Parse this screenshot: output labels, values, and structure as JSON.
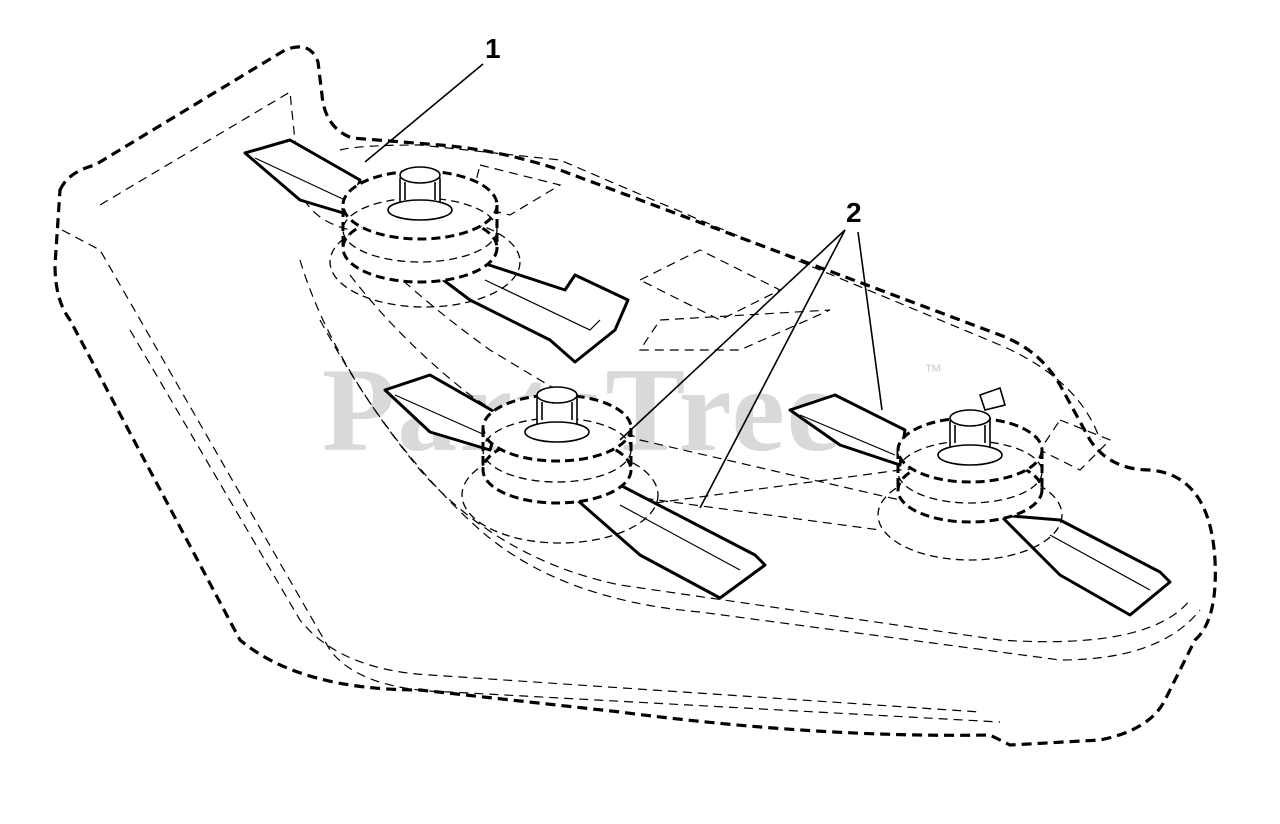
{
  "diagram": {
    "watermark": "PartsTree",
    "watermark_mark": "™",
    "callouts": [
      {
        "id": "callout-1",
        "label": "1"
      },
      {
        "id": "callout-2",
        "label": "2"
      }
    ],
    "colors": {
      "line": "#000000",
      "background": "#ffffff",
      "watermark": "#d9d9d9"
    }
  }
}
